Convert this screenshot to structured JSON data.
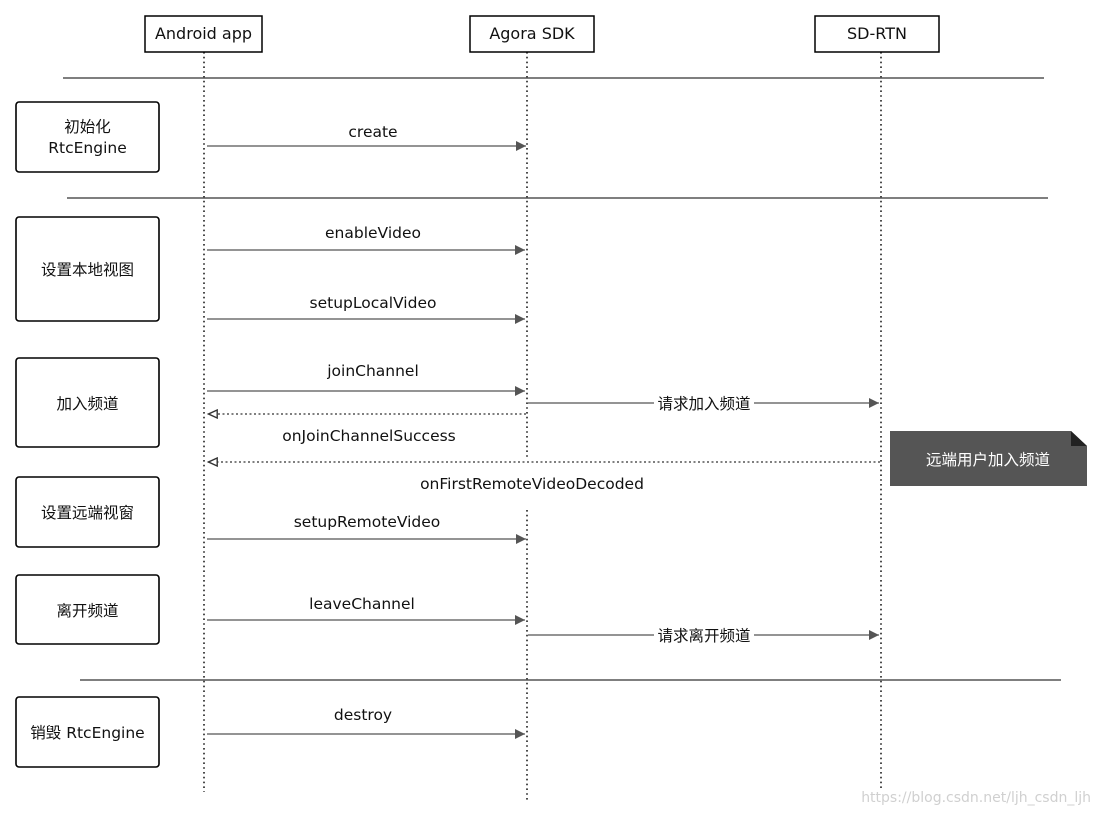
{
  "participants": [
    {
      "id": "app",
      "label": "Android app"
    },
    {
      "id": "sdk",
      "label": "Agora SDK"
    },
    {
      "id": "rtn",
      "label": "SD-RTN"
    }
  ],
  "steps": [
    {
      "id": "init",
      "lines": [
        "初始化",
        "RtcEngine"
      ]
    },
    {
      "id": "local-view",
      "lines": [
        "设置本地视图"
      ]
    },
    {
      "id": "join",
      "lines": [
        "加入频道"
      ]
    },
    {
      "id": "remote-view",
      "lines": [
        "设置远端视窗"
      ]
    },
    {
      "id": "leave",
      "lines": [
        "离开频道"
      ]
    },
    {
      "id": "destroy",
      "lines": [
        "销毁 RtcEngine"
      ]
    }
  ],
  "messages": [
    {
      "id": "create",
      "label": "create",
      "from": "app",
      "to": "sdk",
      "kind": "call"
    },
    {
      "id": "enable-video",
      "label": "enableVideo",
      "from": "app",
      "to": "sdk",
      "kind": "call"
    },
    {
      "id": "setup-local-video",
      "label": "setupLocalVideo",
      "from": "app",
      "to": "sdk",
      "kind": "call"
    },
    {
      "id": "join-channel",
      "label": "joinChannel",
      "from": "app",
      "to": "sdk",
      "kind": "call"
    },
    {
      "id": "request-join",
      "label": "请求加入频道",
      "from": "sdk",
      "to": "rtn",
      "kind": "call"
    },
    {
      "id": "on-join-channel-success",
      "label": "onJoinChannelSuccess",
      "from": "sdk",
      "to": "app",
      "kind": "return"
    },
    {
      "id": "on-first-remote-video-decoded",
      "label": "onFirstRemoteVideoDecoded",
      "from": "rtn",
      "to": "app",
      "kind": "return"
    },
    {
      "id": "setup-remote-video",
      "label": "setupRemoteVideo",
      "from": "app",
      "to": "sdk",
      "kind": "call"
    },
    {
      "id": "leave-channel",
      "label": "leaveChannel",
      "from": "app",
      "to": "sdk",
      "kind": "call"
    },
    {
      "id": "request-leave",
      "label": "请求离开频道",
      "from": "sdk",
      "to": "rtn",
      "kind": "call"
    },
    {
      "id": "destroy",
      "label": "destroy",
      "from": "app",
      "to": "sdk",
      "kind": "call"
    }
  ],
  "note": {
    "label": "远端用户加入频道"
  },
  "watermark": "https://blog.csdn.net/ljh_csdn_ljh",
  "colors": {
    "line": "#555555",
    "note_fill": "#555555",
    "note_fold": "#222222",
    "note_text": "#ffffff"
  }
}
